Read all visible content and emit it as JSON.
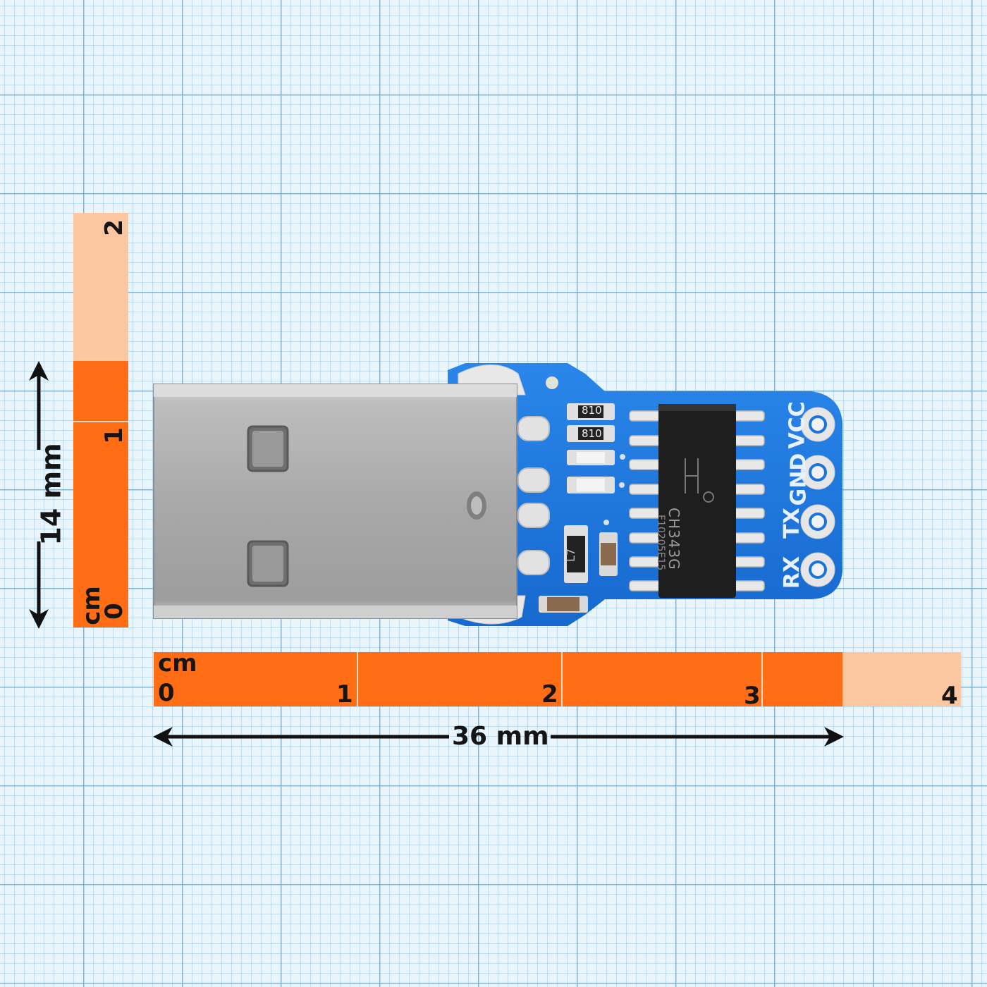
{
  "scale": {
    "vertical": {
      "unit": "cm",
      "ticks": [
        "0",
        "1",
        "2"
      ],
      "dimension": "14 mm"
    },
    "horizontal": {
      "unit": "cm",
      "ticks": [
        "0",
        "1",
        "2",
        "3",
        "4"
      ],
      "dimension": "36 mm"
    }
  },
  "board": {
    "pin_labels": [
      "VCC",
      "GND",
      "TX",
      "RX"
    ],
    "chip_marking": "CH343G",
    "chip_code": "F10205E15",
    "resistor_marking": "810",
    "transistor_marking": "L7"
  },
  "colors": {
    "ruler_active": "#ff6e14",
    "ruler_inactive": "#fbc6a0",
    "pcb_blue": "#1d7be0",
    "grid_line": "#6ea5cd"
  }
}
